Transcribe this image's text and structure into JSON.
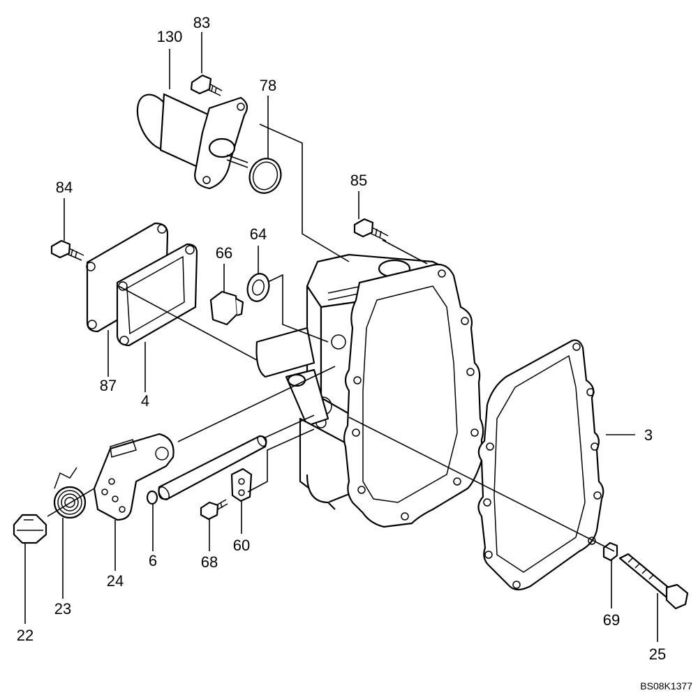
{
  "figure": {
    "reference_code": "BS08K1377",
    "callouts": [
      {
        "id": "c130",
        "text": "130"
      },
      {
        "id": "c83",
        "text": "83"
      },
      {
        "id": "c78",
        "text": "78"
      },
      {
        "id": "c84",
        "text": "84"
      },
      {
        "id": "c85",
        "text": "85"
      },
      {
        "id": "c66",
        "text": "66"
      },
      {
        "id": "c64",
        "text": "64"
      },
      {
        "id": "c87",
        "text": "87"
      },
      {
        "id": "c4",
        "text": "4"
      },
      {
        "id": "c3",
        "text": "3"
      },
      {
        "id": "c22",
        "text": "22"
      },
      {
        "id": "c23",
        "text": "23"
      },
      {
        "id": "c24",
        "text": "24"
      },
      {
        "id": "c6",
        "text": "6"
      },
      {
        "id": "c68",
        "text": "68"
      },
      {
        "id": "c60",
        "text": "60"
      },
      {
        "id": "c69",
        "text": "69"
      },
      {
        "id": "c25",
        "text": "25"
      }
    ]
  }
}
